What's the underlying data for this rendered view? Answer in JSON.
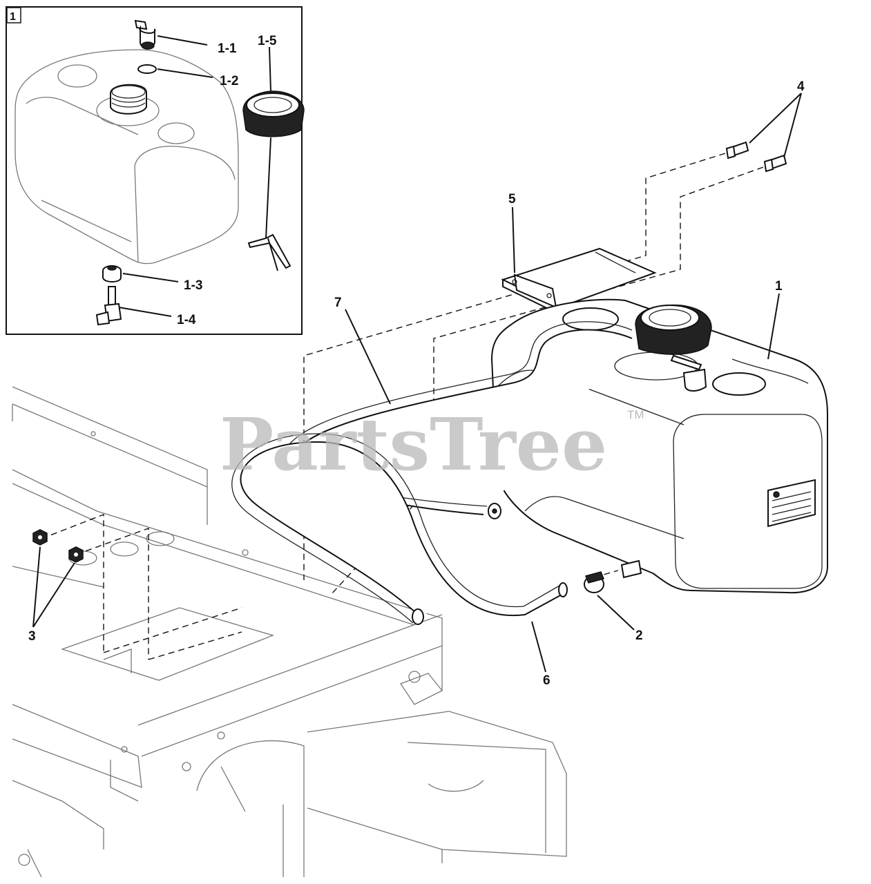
{
  "inset": {
    "tag": "1",
    "labels": [
      "1-1",
      "1-2",
      "1-3",
      "1-4",
      "1-5"
    ]
  },
  "callouts": [
    "1",
    "2",
    "3",
    "4",
    "5",
    "6",
    "7"
  ],
  "watermark": {
    "text": "PartsTree",
    "trademark": "TM"
  },
  "colors": {
    "line": "#111111",
    "watermark": "#b9b9b9",
    "background": "#ffffff"
  }
}
